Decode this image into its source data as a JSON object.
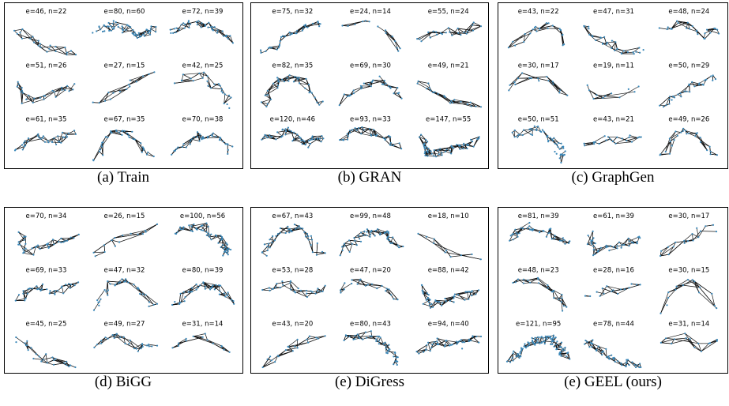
{
  "figure": {
    "panels": [
      {
        "caption": "(a) Train",
        "graphs": [
          "e=46, n=22",
          "e=80, n=60",
          "e=72, n=39",
          "e=51, n=26",
          "e=27, n=15",
          "e=42, n=25",
          "e=61, n=35",
          "e=67, n=35",
          "e=70, n=38"
        ]
      },
      {
        "caption": "(b) GRAN",
        "graphs": [
          "e=75, n=32",
          "e=24, n=14",
          "e=55, n=24",
          "e=82, n=35",
          "e=69, n=30",
          "e=49, n=21",
          "e=120, n=46",
          "e=93, n=33",
          "e=147, n=55"
        ]
      },
      {
        "caption": "(c) GraphGen",
        "graphs": [
          "e=43, n=22",
          "e=47, n=31",
          "e=48, n=24",
          "e=30, n=17",
          "e=19, n=11",
          "e=50, n=29",
          "e=50, n=51",
          "e=43, n=21",
          "e=49, n=26"
        ]
      },
      {
        "caption": "(d) BiGG",
        "graphs": [
          "e=70, n=34",
          "e=26, n=15",
          "e=100, n=56",
          "e=69, n=33",
          "e=47, n=32",
          "e=80, n=39",
          "e=45, n=25",
          "e=49, n=27",
          "e=31, n=14"
        ]
      },
      {
        "caption": "(e) DiGress",
        "graphs": [
          "e=67, n=43",
          "e=99, n=48",
          "e=18, n=10",
          "e=53, n=28",
          "e=47, n=20",
          "e=88, n=42",
          "e=43, n=20",
          "e=80, n=43",
          "e=94, n=40"
        ]
      },
      {
        "caption": "(e) GEEL (ours)",
        "graphs": [
          "e=81, n=39",
          "e=61, n=39",
          "e=30, n=17",
          "e=48, n=23",
          "e=28, n=16",
          "e=30, n=15",
          "e=121, n=95",
          "e=78, n=44",
          "e=31, n=14"
        ]
      }
    ],
    "edge_color": "#111111",
    "node_color": "#3a87b8"
  }
}
